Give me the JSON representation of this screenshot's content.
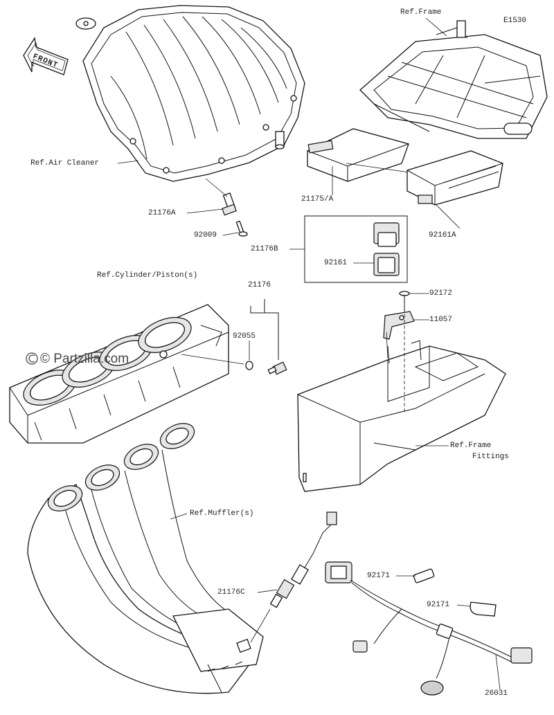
{
  "diagram_code": "E1530",
  "watermark": "© Partzilla.com",
  "front_arrow": "FRONT",
  "references": {
    "frame": "Ref.Frame",
    "air_cleaner": "Ref.Air Cleaner",
    "cylinder": "Ref.Cylinder/Piston(s)",
    "frame_fittings_1": "Ref.Frame",
    "frame_fittings_2": "Fittings",
    "muffler": "Ref.Muffler(s)"
  },
  "parts": {
    "p21176A": "21176A",
    "p92009": "92009",
    "p21175A": "21175/A",
    "p92161A": "92161A",
    "p21176B": "21176B",
    "p92161": "92161",
    "p21176": "21176",
    "p92055": "92055",
    "p92172": "92172",
    "p11057": "11057",
    "p21176C": "21176C",
    "p92171a": "92171",
    "p92171b": "92171",
    "p26031": "26031"
  },
  "icons": {
    "front_arrow": "front-arrow-icon",
    "copyright": "copyright-icon"
  }
}
